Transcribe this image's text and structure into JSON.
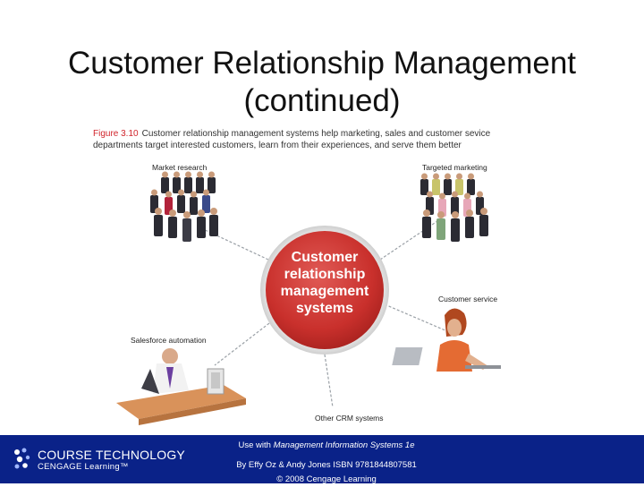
{
  "title": {
    "line1": "Customer Relationship Management",
    "line2": "(continued)"
  },
  "figure": {
    "number": "Figure 3.10",
    "caption_line1": "Customer relationship management systems help marketing, sales and customer sevice",
    "caption_line2": "departments target interested customers, learn from their experiences, and serve them better"
  },
  "diagram": {
    "center_line1": "Customer",
    "center_line2": "relationship",
    "center_line3": "management",
    "center_line4": "systems",
    "nodes": {
      "market_research": "Market research",
      "targeted_marketing": "Targeted marketing",
      "customer_service": "Customer service",
      "salesforce_automation": "Salesforce automation",
      "other_crm": "Other CRM systems"
    },
    "colors": {
      "hub": "#c9302c",
      "hub_ring": "#d9d9d9",
      "connector": "#9aa0a6"
    }
  },
  "footer": {
    "logo_line1": "COURSE TECHNOLOGY",
    "logo_line2": "CENGAGE Learning™",
    "use_prefix": "Use with ",
    "book_title": "Management Information Systems 1e",
    "authors": "By Effy Oz & Andy Jones ISBN 9781844807581",
    "copyright": "© 2008 Cengage Learning",
    "background": "#0a2288"
  }
}
